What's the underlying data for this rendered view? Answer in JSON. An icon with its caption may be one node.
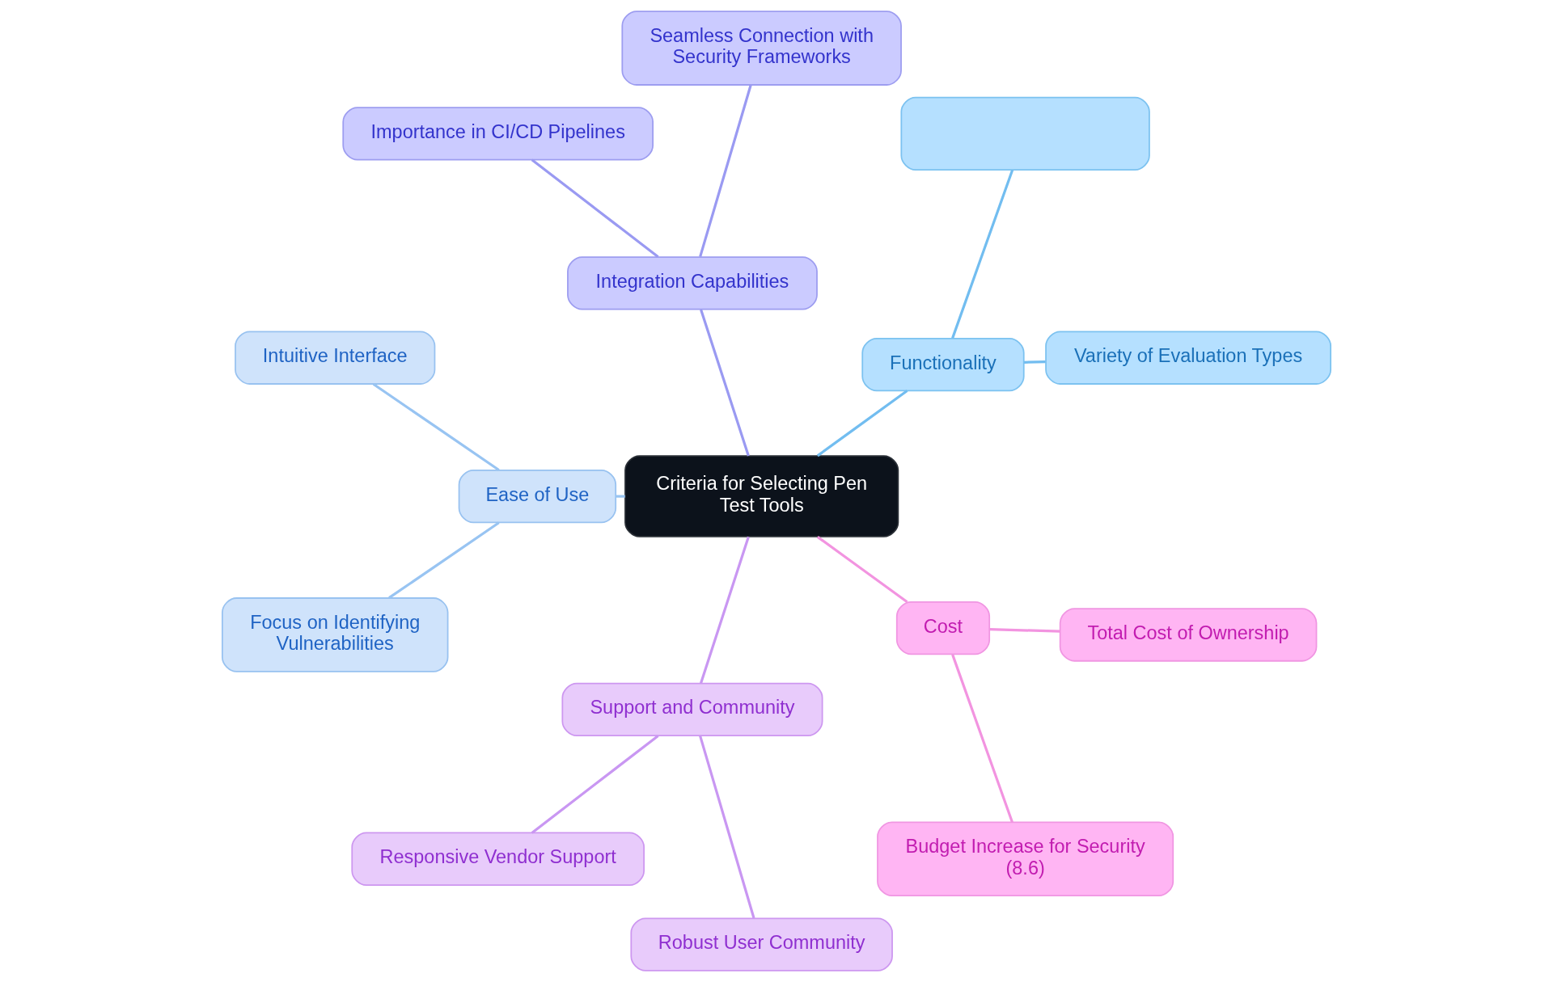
{
  "diagram": {
    "nodes": [
      {
        "text": [
          "Criteria for Selecting Pen Test Tools"
        ]
      },
      {
        "text": [
          "Functionality"
        ]
      },
      {
        "text": [
          "Variety of Evaluation Types"
        ]
      },
      {
        "text": [],
        "shape": "box"
      },
      {
        "text": [
          "Integration Capabilities"
        ]
      },
      {
        "text": [
          "Seamless Connection with Security Frameworks"
        ]
      },
      {
        "text": [
          "Importance in CI/CD Pipelines"
        ]
      },
      {
        "text": [
          "Ease of Use"
        ]
      },
      {
        "text": [
          "Intuitive Interface"
        ]
      },
      {
        "text": [
          "Focus on Identifying Vulnerabilities"
        ]
      },
      {
        "text": [
          "Support and Community"
        ]
      },
      {
        "text": [
          "Responsive Vendor Support"
        ]
      },
      {
        "text": [
          "Robust User Community"
        ]
      },
      {
        "text": [
          "Cost"
        ]
      },
      {
        "text": [
          "Budget Increase for Security (8.6)"
        ]
      },
      {
        "text": [
          "Total Cost of Ownership"
        ]
      }
    ],
    "edges": [
      {
        "from": 0,
        "to": 1,
        "arrow": "none",
        "color": "#72bdf0"
      },
      {
        "from": 1,
        "to": 2,
        "arrow": "none",
        "color": "#72bdf0"
      },
      {
        "from": 1,
        "to": 3,
        "arrow": "none",
        "color": "#72bdf0"
      },
      {
        "from": 0,
        "to": 4,
        "arrow": "none",
        "color": "#9a9af2"
      },
      {
        "from": 4,
        "to": 5,
        "arrow": "none",
        "color": "#9a9af2"
      },
      {
        "from": 4,
        "to": 6,
        "arrow": "none",
        "color": "#9a9af2"
      },
      {
        "from": 0,
        "to": 7,
        "arrow": "none",
        "color": "#98c4f2"
      },
      {
        "from": 7,
        "to": 8,
        "arrow": "none",
        "color": "#98c4f2"
      },
      {
        "from": 7,
        "to": 9,
        "arrow": "none",
        "color": "#98c4f2"
      },
      {
        "from": 0,
        "to": 10,
        "arrow": "none",
        "color": "#c997f2"
      },
      {
        "from": 10,
        "to": 11,
        "arrow": "none",
        "color": "#c997f2"
      },
      {
        "from": 10,
        "to": 12,
        "arrow": "none",
        "color": "#c997f2"
      },
      {
        "from": 0,
        "to": 13,
        "arrow": "none",
        "color": "#f294e0"
      },
      {
        "from": 13,
        "to": 14,
        "arrow": "none",
        "color": "#f294e0"
      },
      {
        "from": 13,
        "to": 15,
        "arrow": "none",
        "color": "#f294e0"
      }
    ]
  }
}
